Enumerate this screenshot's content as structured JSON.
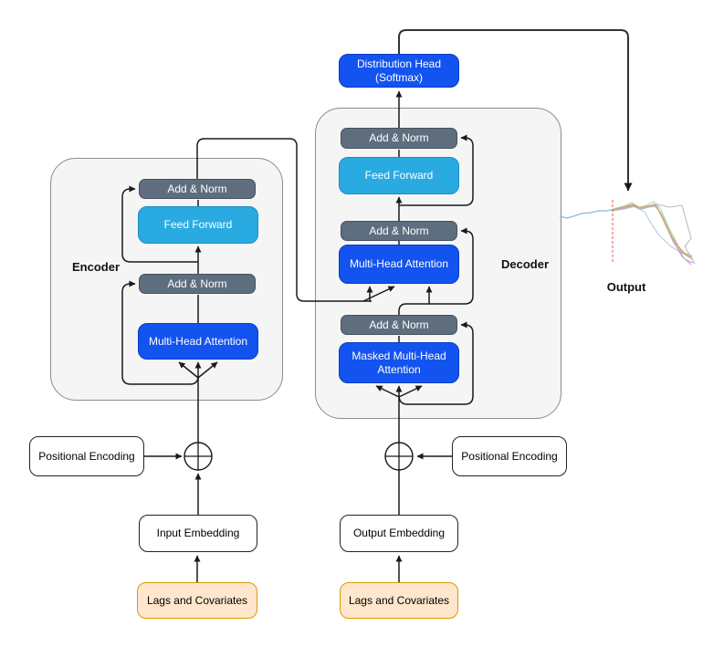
{
  "encoder": {
    "label": "Encoder",
    "add_norm_1": "Add & Norm",
    "feed_forward": "Feed Forward",
    "add_norm_2": "Add & Norm",
    "multi_head_attention": "Multi-Head Attention"
  },
  "decoder": {
    "label": "Decoder",
    "add_norm_1": "Add & Norm",
    "feed_forward": "Feed Forward",
    "add_norm_2": "Add & Norm",
    "multi_head_attention": "Multi-Head Attention",
    "add_norm_3": "Add & Norm",
    "masked_multi_head_attention": "Masked Multi-Head Attention"
  },
  "heads": {
    "distribution_head": "Distribution Head (Softmax)"
  },
  "io": {
    "positional_encoding_left": "Positional Encoding",
    "positional_encoding_right": "Positional Encoding",
    "input_embedding": "Input Embedding",
    "output_embedding": "Output Embedding",
    "lags_left": "Lags and Covariates",
    "lags_right": "Lags and Covariates",
    "output_label": "Output"
  },
  "colors": {
    "attention_blue": "#1353ef",
    "attention_blue_border": "#0b3cc1",
    "feed_forward_blue": "#29abe2",
    "feed_forward_border": "#1a8cbf",
    "add_norm_gray": "#5f6e7e",
    "add_norm_border": "#45525e",
    "container_fill": "#f5f5f5",
    "container_border": "#8c8c8c",
    "lags_fill": "#ffe6cc",
    "lags_border": "#d79b00",
    "line_black": "#1a1a1a",
    "forecast_red": "#e05c5c",
    "history_blue": "#8abbd8"
  },
  "output_chart": {
    "type": "line",
    "description": "probabilistic forecast sample paths",
    "forecast_line": {
      "x": 671,
      "y1": 219,
      "y2": 287,
      "color": "#e05c5c",
      "dash": "3,2"
    },
    "history": {
      "color": "#8abbd8",
      "points": [
        [
          613,
          237
        ],
        [
          621,
          239
        ],
        [
          628,
          237
        ],
        [
          637,
          234
        ],
        [
          647,
          233
        ],
        [
          656,
          231
        ],
        [
          664,
          231
        ],
        [
          671,
          230
        ]
      ]
    },
    "series": [
      {
        "color": "#9ecae1",
        "points": [
          [
            671,
            230
          ],
          [
            682,
            228
          ],
          [
            692,
            225
          ],
          [
            700,
            229
          ],
          [
            706,
            232
          ],
          [
            712,
            243
          ],
          [
            722,
            258
          ],
          [
            735,
            270
          ],
          [
            748,
            278
          ],
          [
            759,
            281
          ]
        ]
      },
      {
        "color": "#fdae6b",
        "points": [
          [
            671,
            230
          ],
          [
            682,
            227
          ],
          [
            691,
            224
          ],
          [
            699,
            228
          ],
          [
            707,
            226
          ],
          [
            716,
            225
          ],
          [
            722,
            231
          ],
          [
            730,
            249
          ],
          [
            740,
            267
          ],
          [
            750,
            277
          ],
          [
            758,
            281
          ]
        ]
      },
      {
        "color": "#a1d99b",
        "points": [
          [
            671,
            229
          ],
          [
            683,
            226
          ],
          [
            692,
            222
          ],
          [
            700,
            227
          ],
          [
            708,
            225
          ],
          [
            716,
            221
          ],
          [
            723,
            228
          ],
          [
            733,
            250
          ],
          [
            743,
            270
          ],
          [
            752,
            280
          ],
          [
            759,
            284
          ]
        ]
      },
      {
        "color": "#e37fc4",
        "points": [
          [
            671,
            230
          ],
          [
            684,
            228
          ],
          [
            694,
            225
          ],
          [
            701,
            228
          ],
          [
            709,
            226
          ],
          [
            718,
            224
          ],
          [
            726,
            238
          ],
          [
            736,
            262
          ],
          [
            747,
            281
          ],
          [
            757,
            290
          ]
        ]
      },
      {
        "color": "#b3a6d4",
        "points": [
          [
            671,
            231
          ],
          [
            683,
            228
          ],
          [
            693,
            226
          ],
          [
            702,
            229
          ],
          [
            710,
            227
          ],
          [
            719,
            226
          ],
          [
            727,
            242
          ],
          [
            738,
            266
          ],
          [
            750,
            284
          ],
          [
            759,
            288
          ]
        ]
      },
      {
        "color": "#e08a8a",
        "points": [
          [
            671,
            230
          ],
          [
            682,
            227
          ],
          [
            693,
            224
          ],
          [
            701,
            228
          ],
          [
            709,
            226
          ],
          [
            717,
            224
          ],
          [
            724,
            234
          ],
          [
            734,
            256
          ],
          [
            746,
            276
          ],
          [
            757,
            283
          ]
        ]
      },
      {
        "color": "#c3b370",
        "points": [
          [
            671,
            230
          ],
          [
            683,
            227
          ],
          [
            694,
            224
          ],
          [
            702,
            228
          ],
          [
            710,
            226
          ],
          [
            718,
            225
          ],
          [
            725,
            236
          ],
          [
            736,
            259
          ],
          [
            748,
            277
          ],
          [
            757,
            281
          ]
        ]
      },
      {
        "color": "#b5b5b5",
        "points": [
          [
            671,
            231
          ],
          [
            684,
            229
          ],
          [
            695,
            226
          ],
          [
            703,
            229
          ],
          [
            711,
            227
          ],
          [
            720,
            224
          ],
          [
            733,
            227
          ],
          [
            747,
            225
          ],
          [
            757,
            261
          ],
          [
            750,
            270
          ],
          [
            761,
            289
          ]
        ]
      }
    ]
  }
}
